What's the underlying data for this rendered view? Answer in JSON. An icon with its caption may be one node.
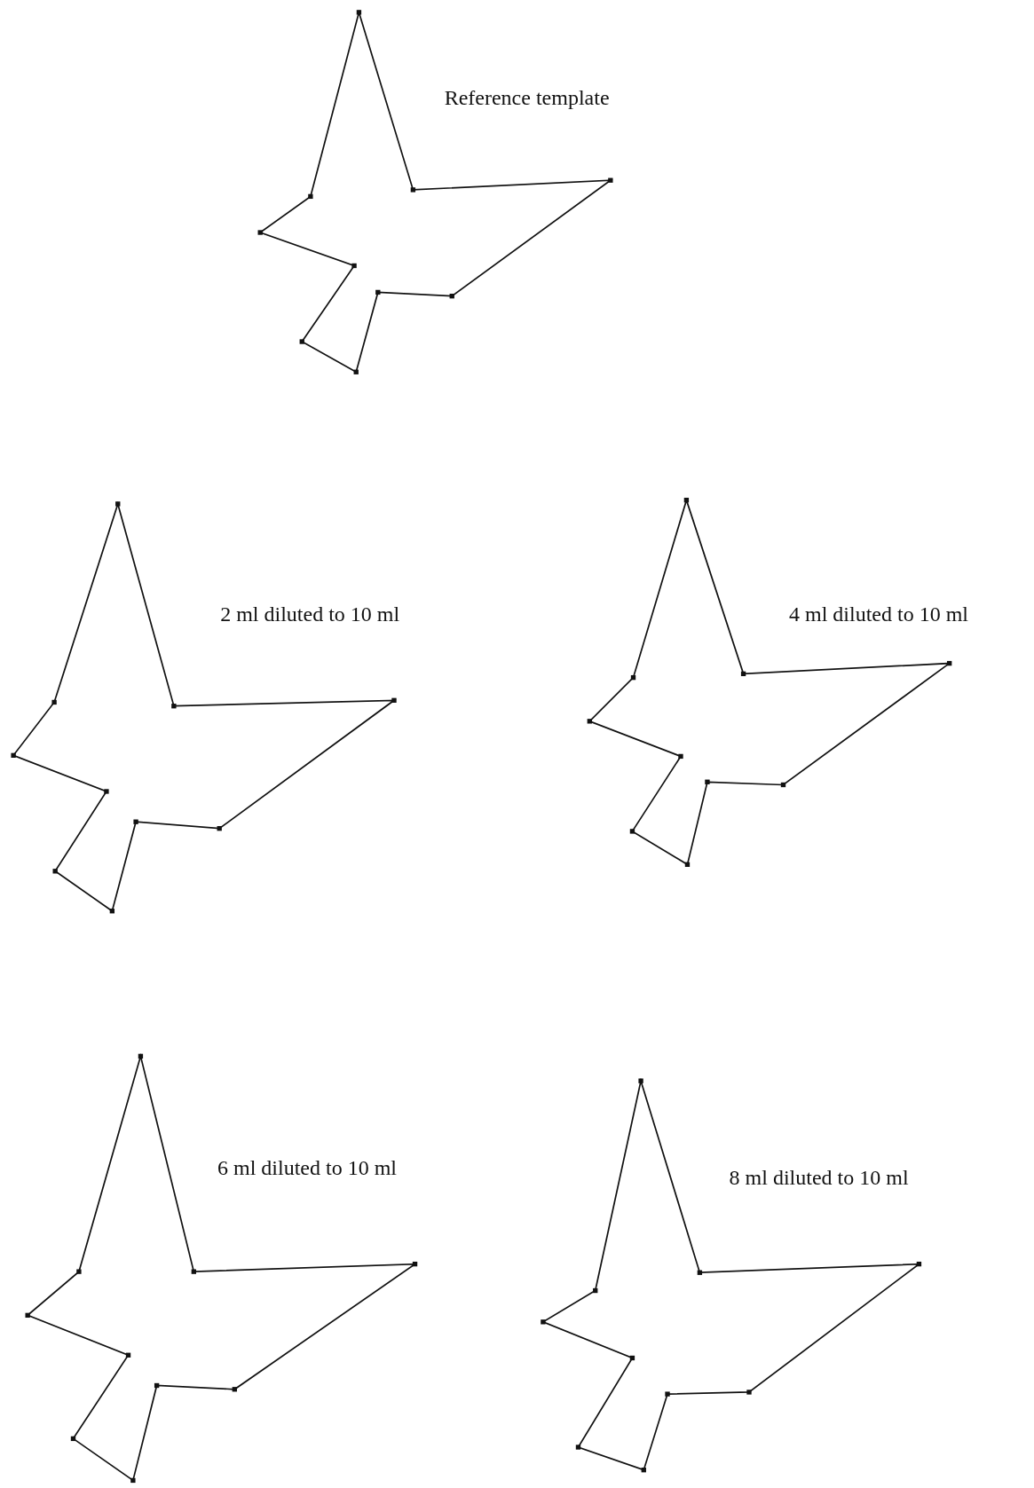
{
  "diagram": {
    "labels": [
      "Reference template",
      "2 ml diluted to 10 ml",
      "4 ml diluted to 10 ml",
      "6 ml diluted to 10 ml",
      "8 ml diluted to 10 ml"
    ]
  }
}
